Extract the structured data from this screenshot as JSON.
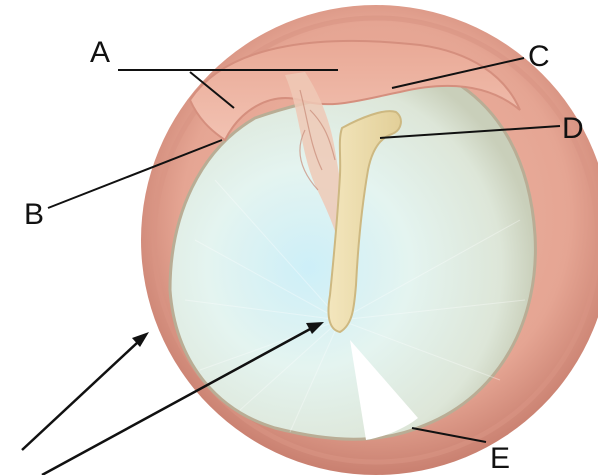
{
  "diagram": {
    "labels": {
      "a": "A",
      "b": "B",
      "c": "C",
      "d": "D",
      "e": "E"
    },
    "colors": {
      "canal_wall": "#e2a08e",
      "canal_wall_dark": "#c97f70",
      "upper_flap": "#eab2a2",
      "membrane_center": "#cfeef6",
      "membrane_mid": "#e6f3ee",
      "membrane_edge": "#d5d9c6",
      "malleus": "#ecdcab",
      "light_reflex": "#ffffff",
      "leader_line": "#111111"
    }
  }
}
